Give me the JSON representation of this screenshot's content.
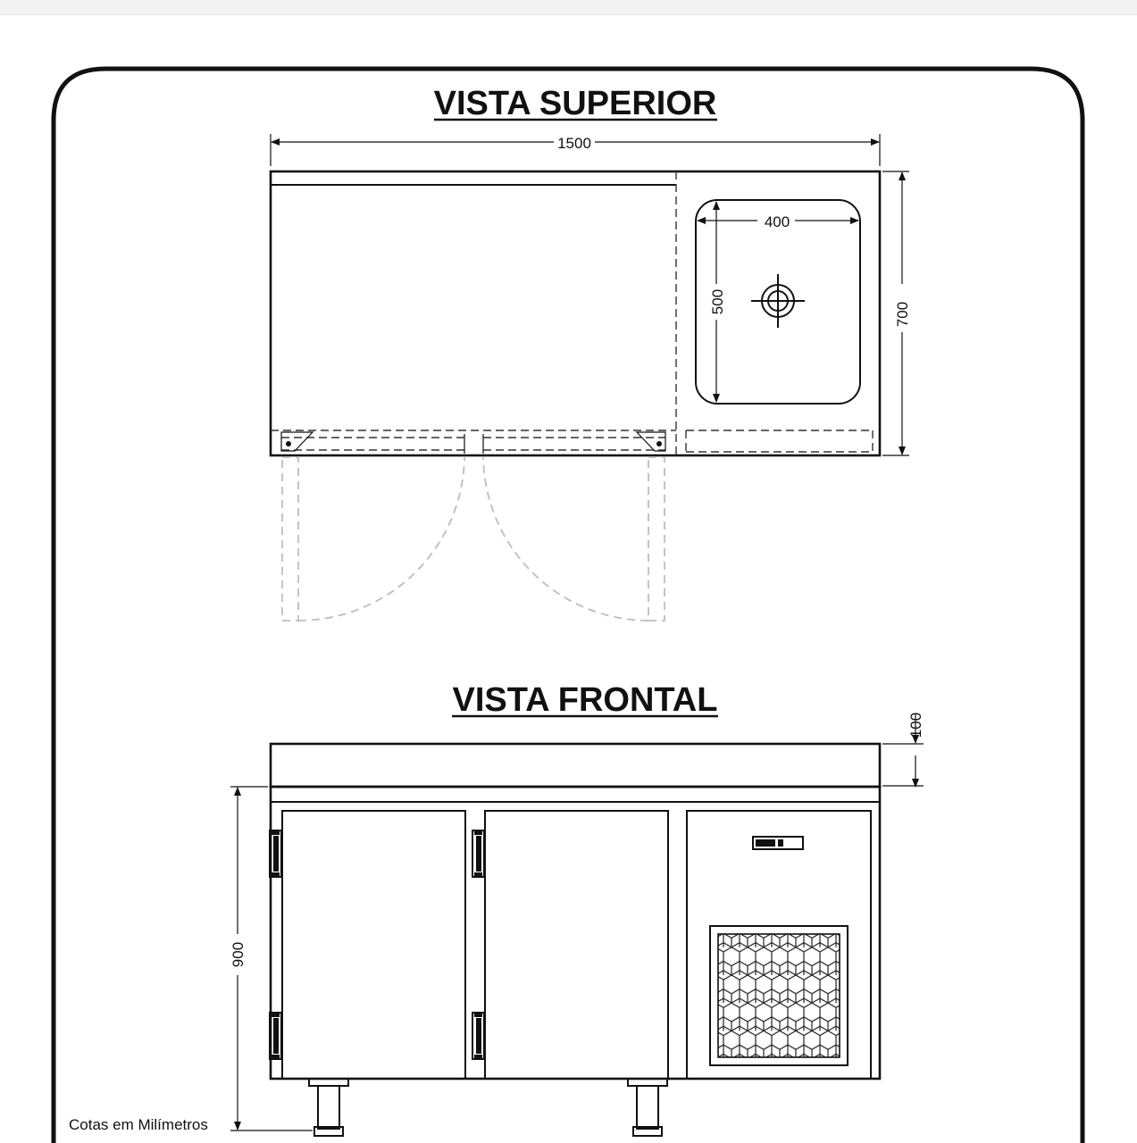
{
  "views": {
    "top_title": "VISTA SUPERIOR",
    "front_title": "VISTA FRONTAL"
  },
  "dimensions": {
    "width": "1500",
    "depth": "700",
    "sink_width": "400",
    "sink_length": "500",
    "backsplash_height": "100",
    "body_height": "900"
  },
  "note": "Cotas em Milímetros"
}
